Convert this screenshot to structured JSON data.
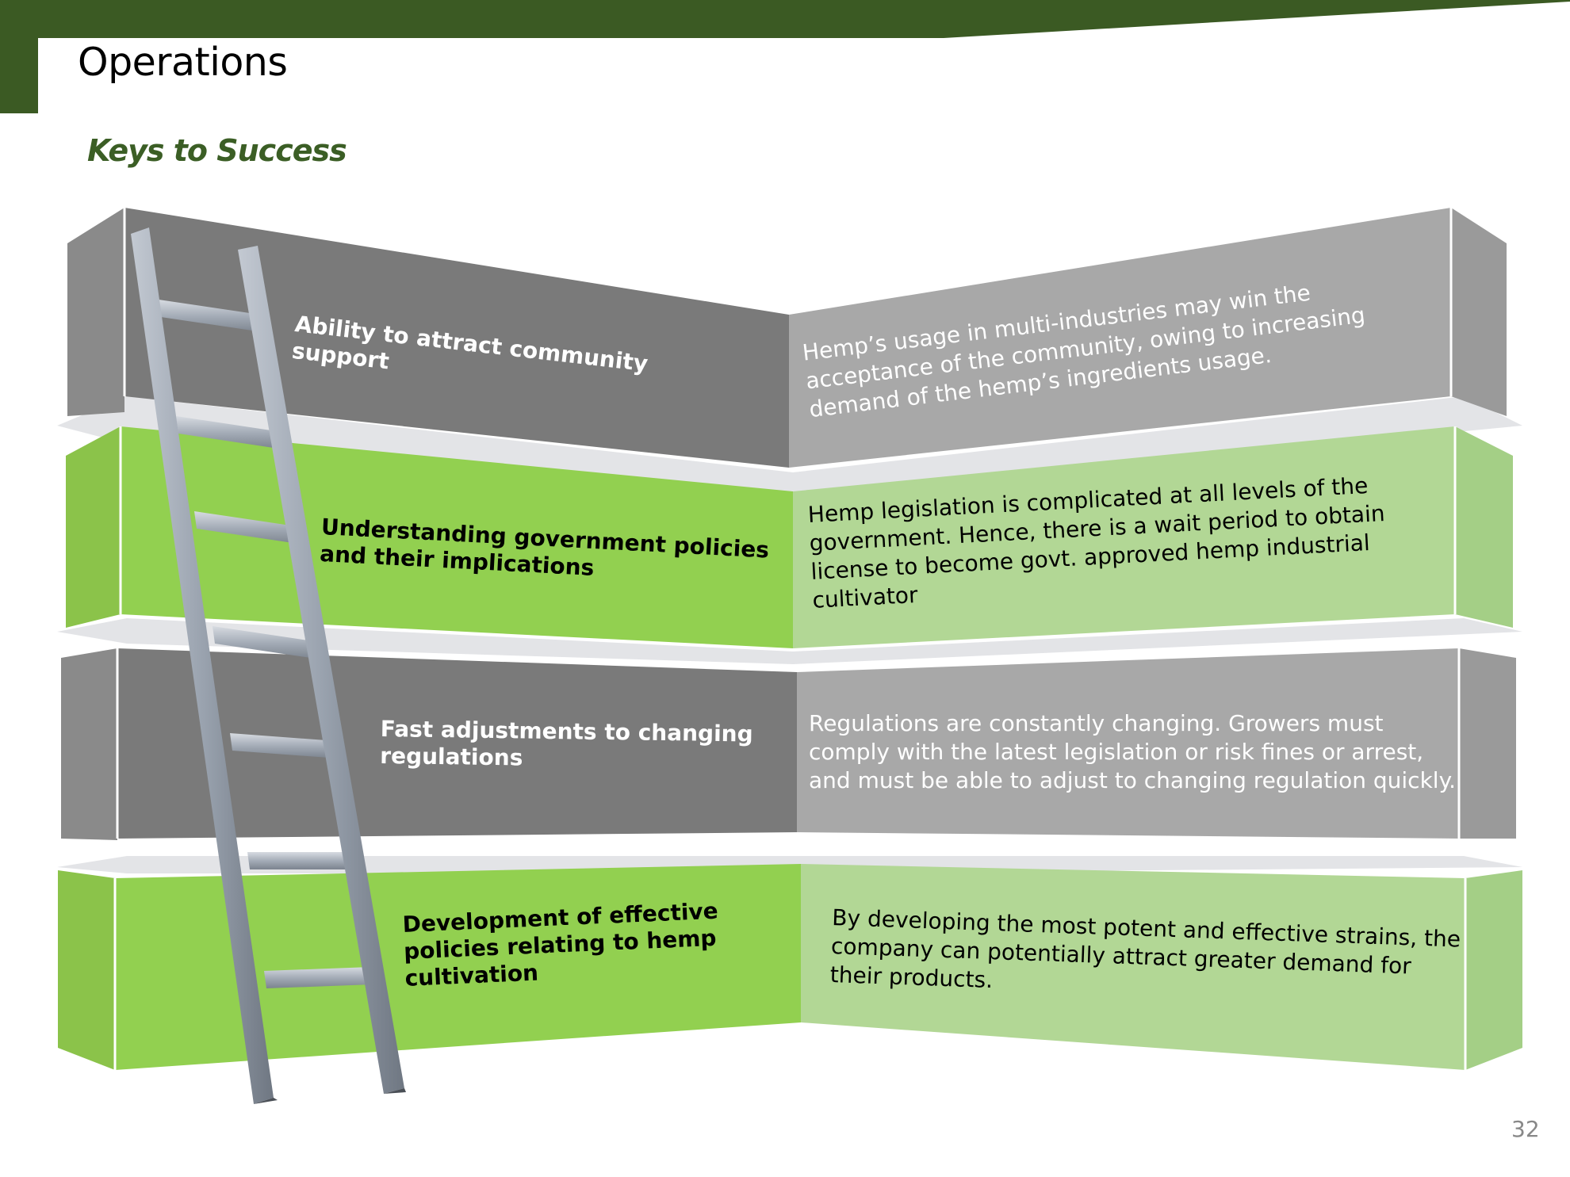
{
  "slide": {
    "title": "Operations",
    "subtitle": "Keys to Success",
    "page_number": "32"
  },
  "colors": {
    "header_bar": "#3b5a23",
    "subtitle_text": "#3b5e25",
    "dark_gray_panel": "#7a7a7a",
    "light_gray_panel": "#a8a8a8",
    "green_panel": "#92d050",
    "light_green_panel": "#b2d795",
    "ladder": "#9ba4b0"
  },
  "rows": [
    {
      "key": "Ability to attract community support",
      "description": "Hemp’s usage in multi-industries may win the acceptance of the community, owing to increasing demand of the hemp’s ingredients usage."
    },
    {
      "key": "Understanding government policies and their implications",
      "description": "Hemp legislation is complicated at all levels of the government. Hence, there is a wait period to obtain license to become govt. approved hemp industrial cultivator"
    },
    {
      "key": "Fast adjustments to changing regulations",
      "description": "Regulations are constantly changing. Growers must comply with the latest legislation or risk fines or arrest, and must be able to adjust to changing regulation quickly."
    },
    {
      "key": "Development of effective policies relating to hemp cultivation",
      "description": "By developing the most potent and effective strains, the company can potentially attract greater demand for their products."
    }
  ],
  "illustration": {
    "icon": "ladder-icon"
  }
}
